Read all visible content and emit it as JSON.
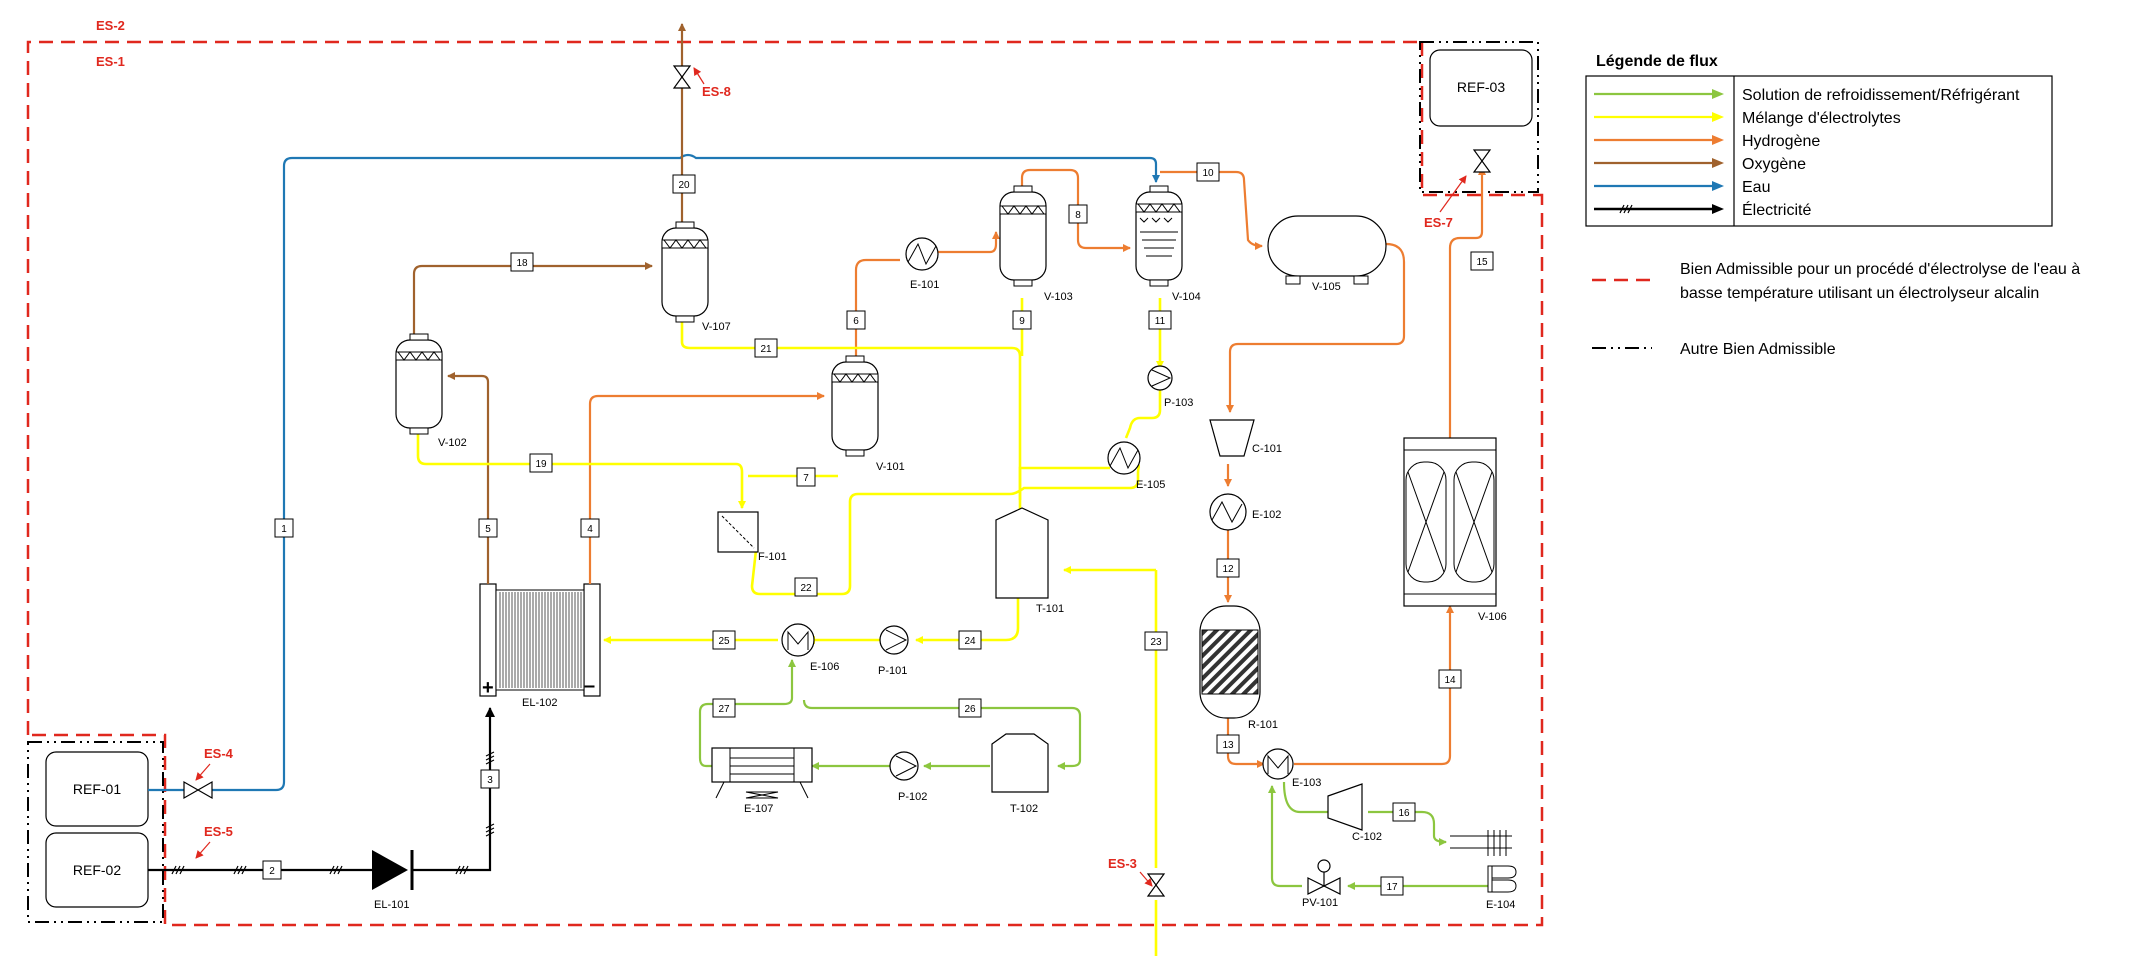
{
  "colors": {
    "cooling": "#8cc63f",
    "electrolyte": "#ffff00",
    "hydrogen": "#ed7d31",
    "oxygen": "#a0622d",
    "water": "#1f78b4",
    "electricity": "#000000",
    "boundary_red": "#e0281e"
  },
  "legend": {
    "title": "Légende de flux",
    "items": [
      {
        "label": "Solution de refroidissement/Réfrigérant",
        "color": "cooling"
      },
      {
        "label": "Mélange d'électrolytes",
        "color": "electrolyte"
      },
      {
        "label": "Hydrogène",
        "color": "hydrogen"
      },
      {
        "label": "Oxygène",
        "color": "oxygen"
      },
      {
        "label": "Eau",
        "color": "water"
      },
      {
        "label": "Électricité",
        "color": "electricity"
      }
    ],
    "boundary_red_line1": "Bien Admissible pour un procédé d'électrolyse de l'eau à",
    "boundary_red_line2": "basse température utilisant un électrolyseur alcalin",
    "boundary_black": "Autre Bien Admissible"
  },
  "boundaries": {
    "es1": "ES-1",
    "es2": "ES-2",
    "es3": "ES-3",
    "es4": "ES-4",
    "es5": "ES-5",
    "es7": "ES-7",
    "es8": "ES-8"
  },
  "references": {
    "ref01": "REF-01",
    "ref02": "REF-02",
    "ref03": "REF-03"
  },
  "equipment": {
    "el101": "EL-101",
    "el102": "EL-102",
    "v101": "V-101",
    "v102": "V-102",
    "v103": "V-103",
    "v104": "V-104",
    "v105": "V-105",
    "v106": "V-106",
    "v107": "V-107",
    "e101": "E-101",
    "e102": "E-102",
    "e103": "E-103",
    "e104": "E-104",
    "e105": "E-105",
    "e106": "E-106",
    "e107": "E-107",
    "p101": "P-101",
    "p102": "P-102",
    "p103": "P-103",
    "f101": "F-101",
    "t101": "T-101",
    "t102": "T-102",
    "c101": "C-101",
    "c102": "C-102",
    "r101": "R-101",
    "pv101": "PV-101"
  },
  "streams": {
    "s1": "1",
    "s2": "2",
    "s3": "3",
    "s4": "4",
    "s5": "5",
    "s6": "6",
    "s7": "7",
    "s8": "8",
    "s9": "9",
    "s10": "10",
    "s11": "11",
    "s12": "12",
    "s13": "13",
    "s14": "14",
    "s15": "15",
    "s16": "16",
    "s17": "17",
    "s18": "18",
    "s19": "19",
    "s20": "20",
    "s21": "21",
    "s22": "22",
    "s23": "23",
    "s24": "24",
    "s25": "25",
    "s26": "26",
    "s27": "27"
  }
}
